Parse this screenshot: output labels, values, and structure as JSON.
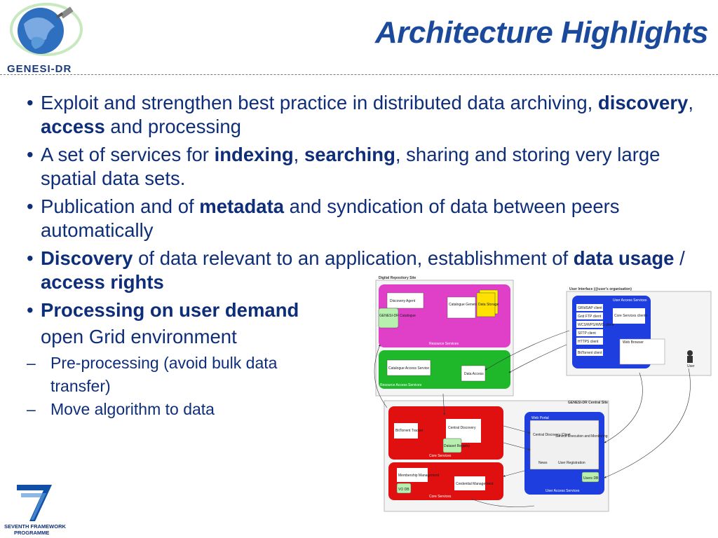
{
  "header": {
    "title": "Architecture Highlights",
    "logo_text": "GENESI-DR"
  },
  "bullets": [
    {
      "parts": [
        {
          "t": "Exploit and strengthen best practice in distributed data archiving, ",
          "b": false
        },
        {
          "t": "discovery",
          "b": true
        },
        {
          "t": ", ",
          "b": false
        },
        {
          "t": "access",
          "b": true
        },
        {
          "t": " and processing",
          "b": false
        }
      ]
    },
    {
      "parts": [
        {
          "t": "A set of services for ",
          "b": false
        },
        {
          "t": "indexing",
          "b": true
        },
        {
          "t": ", ",
          "b": false
        },
        {
          "t": "searching",
          "b": true
        },
        {
          "t": ", sharing and storing very large spatial data sets.",
          "b": false
        }
      ]
    },
    {
      "parts": [
        {
          "t": "Publication and of ",
          "b": false
        },
        {
          "t": "metadata",
          "b": true
        },
        {
          "t": " and syndication of data between peers automatically",
          "b": false
        }
      ]
    },
    {
      "parts": [
        {
          "t": "Discovery",
          "b": true
        },
        {
          "t": " of data relevant to an application, establishment of ",
          "b": false
        },
        {
          "t": "data usage",
          "b": true
        },
        {
          "t": " / ",
          "b": false
        },
        {
          "t": "access rights",
          "b": true
        }
      ]
    },
    {
      "parts": [
        {
          "t": "Processing on user demand",
          "b": true
        }
      ]
    }
  ],
  "continuation": "open Grid environment",
  "subbullets": {
    "item1_line1": "Pre-processing (avoid bulk data",
    "item1_line2": "transfer)",
    "item2": "Move algorithm to data"
  },
  "diagram": {
    "repo_title": "Digital Repository Site",
    "ui_title": "User Interface (@user's organisation)",
    "central_title": "GENESI-DR Central Site",
    "discovery_agent": "Discovery Agent",
    "catalogue_generator": "Catalogue Generator",
    "data_storage": "Data Storage",
    "genesi_catalogue": "GENESI-DR Catalogue",
    "resource_services": "Resource Services",
    "catalogue_access_service": "Catalogue Access Service",
    "data_access": "Data Access",
    "resource_access_services": "Resource Access Services",
    "user_access_services_top": "User Access Services",
    "gridsap_client": "GRIdSAP client",
    "gridftp_client": "Grid FTP client",
    "wcs_client": "WCS/WPS/WMS client",
    "sftp_client": "SFTP client",
    "https_client": "HTTPS client",
    "bittorrent_client": "BitTorrent client",
    "core_services_client": "Core Services clients",
    "web_browser": "Web Browser",
    "user": "User",
    "bittorrent_tracker": "BitTorrent Tracker",
    "central_discovery": "Central Discovery",
    "dataset_registry": "Dataset Registry",
    "core_services": "Core Services",
    "membership_management": "Membership Management",
    "credential_management": "Credential Management",
    "vo_db": "VO DB",
    "web_portal": "Web Portal",
    "central_discovery_client": "Central Discovery Client",
    "service_execution": "Service Execution and Monitoring",
    "news": "News",
    "user_registration": "User Registration",
    "users_db": "Users DB",
    "user_access_services_bottom": "User Access Services"
  },
  "footer": {
    "fp7_line1": "SEVENTH FRAMEWORK",
    "fp7_line2": "PROGRAMME"
  },
  "colors": {
    "title": "#1b4a9c",
    "body_text": "#0f2e7a",
    "resource_services": "#e040c8",
    "resource_access": "#1fb82a",
    "core_services": "#e01010",
    "user_access": "#1e3ee0"
  }
}
